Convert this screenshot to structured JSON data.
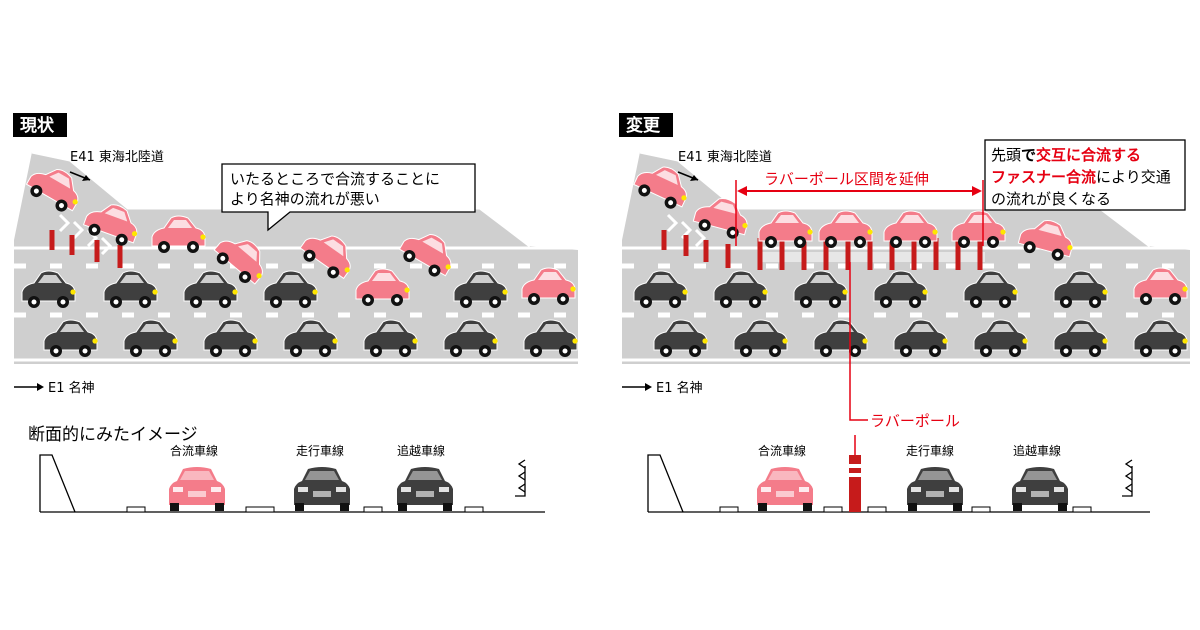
{
  "left": {
    "tag": "現状",
    "ramp_label": "E41 東海北陸道",
    "main_label": "E1 名神",
    "callout": [
      "いたるところで合流することに",
      "より名神の流れが悪い"
    ]
  },
  "right": {
    "tag": "変更",
    "ramp_label": "E41 東海北陸道",
    "main_label": "E1 名神",
    "extend_label": "ラバーポール区間を延伸",
    "pole_label": "ラバーポール",
    "callout_line1": {
      "a": "先頭",
      "b": "で",
      "c": "交互に合流する"
    },
    "callout_line2": {
      "a": "ファスナー合流",
      "b": "により交通"
    },
    "callout_line3": "の流れが良くなる"
  },
  "cross_section": {
    "title": "断面的にみたイメージ",
    "lanes": [
      "合流車線",
      "走行車線",
      "追越車線"
    ]
  },
  "colors": {
    "road": "#cfcfcf",
    "lane_marking": "#ffffff",
    "merge_car": "#f47c8a",
    "car": "#3f3f3f",
    "pole": "#c61b1b",
    "accent": "#e60012",
    "tag_bg": "#000000"
  },
  "icons": [
    "car-icon",
    "rubber-pole-icon",
    "arrow-right-icon",
    "signpost-icon"
  ]
}
